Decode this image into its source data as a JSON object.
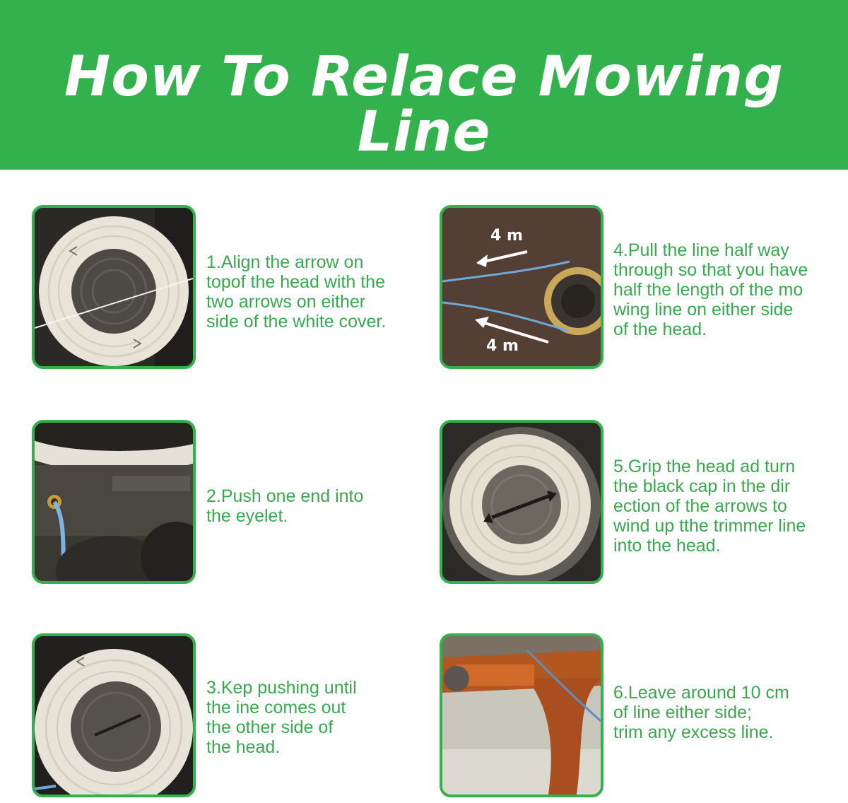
{
  "header": {
    "title": "How To Relace Mowing Line"
  },
  "accent_color": "#33b14c",
  "text_color": "#3aa84f",
  "steps": [
    {
      "text": "1.Align the arrow on\ntopof the head with the\ntwo arrows on either\nside of the white cover.",
      "image": "spool-head-white-cover"
    },
    {
      "text": "2.Push one end into\nthe eyelet.",
      "image": "eyelet-with-line"
    },
    {
      "text": "3.Kep pushing until\nthe ine comes out\nthe other side of\nthe head.",
      "image": "spool-head-line-through"
    },
    {
      "text": "4.Pull the line half way\nthrough so that you have\nhalf the length of the mo\nwing line on either side\nof the head.",
      "image": "line-pulled-through",
      "labels": [
        "4 m",
        "4 m"
      ]
    },
    {
      "text": "5.Grip the head ad turn\nthe black cap in the dir\nection of the arrows to\nwind up tthe trimmer line\ninto the head.",
      "image": "turn-black-cap"
    },
    {
      "text": "6.Leave around 10 cm\nof line either side;\ntrim any excess line.",
      "image": "trim-excess-line"
    }
  ]
}
